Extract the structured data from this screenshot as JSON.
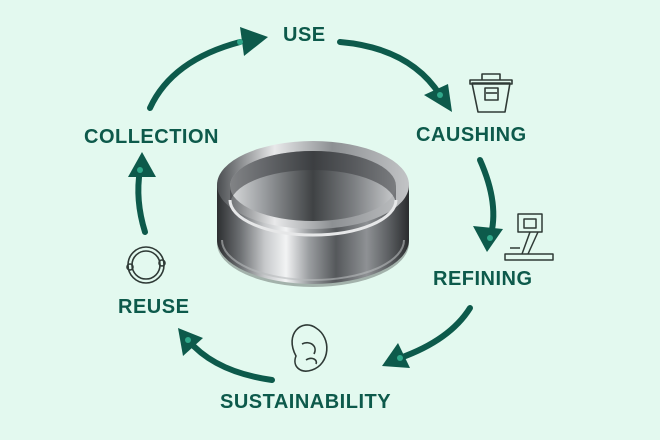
{
  "cycle": {
    "steps": [
      {
        "id": "use",
        "label": "USE"
      },
      {
        "id": "caushing",
        "label": "CAUSHING"
      },
      {
        "id": "refining",
        "label": "REFINING"
      },
      {
        "id": "sustainability",
        "label": "SUSTAINABILITY"
      },
      {
        "id": "reuse",
        "label": "REUSE"
      },
      {
        "id": "collection",
        "label": "COLLECTION"
      }
    ]
  },
  "colors": {
    "background": "#e3f9ef",
    "accent": "#0d5a4b",
    "arrow_tip": "#2fa88a",
    "ring_metal": "#6f7275"
  },
  "icons": {
    "caushing": "bin-icon",
    "refining": "machine-icon",
    "sustainability": "seed-icon",
    "reuse": "ring-outline-icon"
  }
}
